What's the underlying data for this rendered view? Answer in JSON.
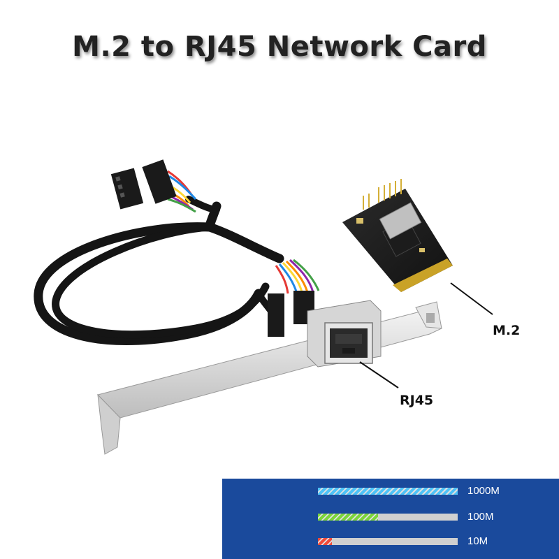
{
  "title": "M.2 to RJ45 Network Card",
  "callouts": {
    "m2": "M.2",
    "rj45": "RJ45"
  },
  "speeds": [
    {
      "label": "1000M",
      "fill": 1.0,
      "color": "#4fc3f7"
    },
    {
      "label": "100M",
      "fill": 0.43,
      "color": "#7cd63a"
    },
    {
      "label": "10M",
      "fill": 0.1,
      "color": "#f04a3a"
    }
  ],
  "colors": {
    "panel": "#1a4a9c",
    "track": "#d0d0d0"
  }
}
